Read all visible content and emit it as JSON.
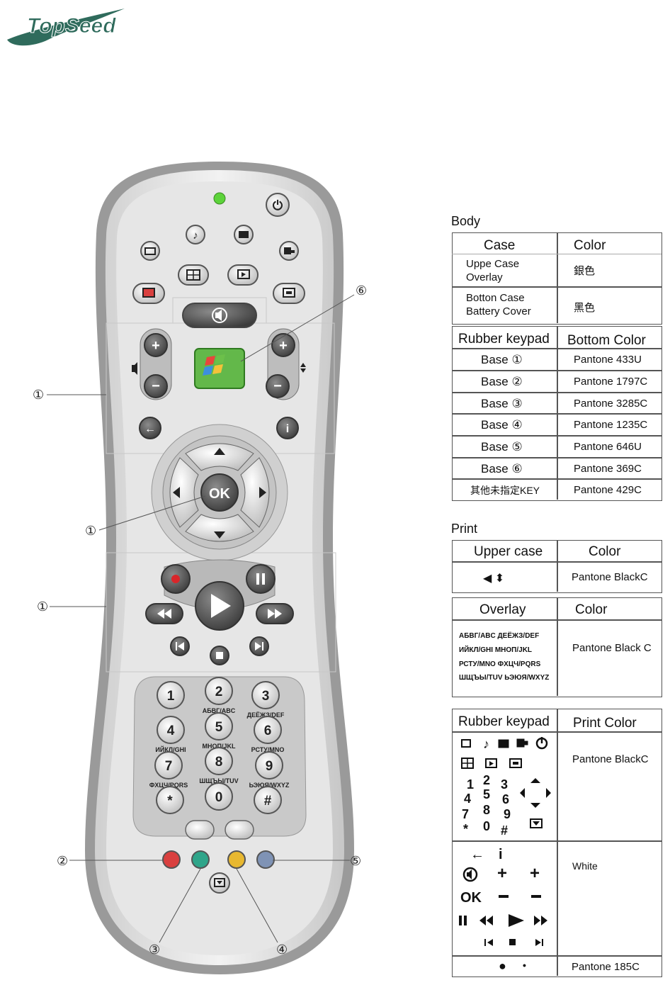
{
  "logo": {
    "text": "TopSeed",
    "color": "#2f6b5c"
  },
  "callouts": {
    "c1a": "①",
    "c1b": "①",
    "c1c": "①",
    "c2": "②",
    "c3": "③",
    "c4": "④",
    "c5": "⑤",
    "c6": "⑥"
  },
  "remote_keys": {
    "k1": "1",
    "k2": "2",
    "k3": "3",
    "k4": "4",
    "k5": "5",
    "k6": "6",
    "k7": "7",
    "k8": "8",
    "k9": "9",
    "k0": "0",
    "kstar": "*",
    "khash": "#",
    "l2": "АБВГ/ABC",
    "l3": "ДЕЁЖЗ/DEF",
    "l4": "ИЙКЛ/GHI",
    "l5": "МНОП/JKL",
    "l6": "РСТУ/MNO",
    "l7": "ФХЦЧ/PQRS",
    "l8": "ШЩЪЫ/TUV",
    "l9": "ЬЭЮЯ/WXYZ",
    "ok": "OK",
    "colors": {
      "red": "#d9403f",
      "green": "#2fa58a",
      "yellow": "#e8b830",
      "blue": "#7f93b5",
      "led": "#5cd33a"
    }
  },
  "body": {
    "title": "Body",
    "header": [
      "Case",
      "Color"
    ],
    "rows": [
      {
        "case": "Uppe Case\nOverlay",
        "color": "銀色"
      },
      {
        "case": "Botton Case\nBattery Cover",
        "color": "黑色"
      }
    ]
  },
  "rubber": {
    "header": [
      "Rubber keypad",
      "Bottom Color"
    ],
    "rows": [
      {
        "key": "Base ①",
        "color": "Pantone 433U"
      },
      {
        "key": "Base ②",
        "color": "Pantone 1797C"
      },
      {
        "key": "Base ③",
        "color": "Pantone 3285C"
      },
      {
        "key": "Base ④",
        "color": "Pantone 1235C"
      },
      {
        "key": "Base ⑤",
        "color": "Pantone 646U"
      },
      {
        "key": "Base ⑥",
        "color": "Pantone 369C"
      },
      {
        "key": "其他未指定KEY",
        "color": "Pantone 429C"
      }
    ]
  },
  "print": {
    "title": "Print",
    "upper": {
      "header": [
        "Upper case",
        "Color"
      ],
      "symbols": "◀  ⬍",
      "color": "Pantone BlackC"
    },
    "overlay": {
      "header": [
        "Overlay",
        "Color"
      ],
      "lines": [
        "АБВГ/ABC  ДЕЁЖЗ/DEF",
        "ИЙКЛ/GHI   МНОП/JKL",
        "РСТУ/MNO ФХЦЧ/PQRS",
        "ШЩЪЫ/TUV ЬЭЮЯ/WXYZ"
      ],
      "color": "Pantone Black C"
    },
    "keypad": {
      "header": [
        "Rubber keypad",
        "Print Color"
      ],
      "row1_color": "Pantone BlackC",
      "row2_color": "White",
      "row3_color": "Pantone 185C",
      "digits": [
        "1",
        "2",
        "3",
        "4",
        "5",
        "6",
        "7",
        "8",
        "9",
        "*",
        "0",
        "#"
      ],
      "row2_glyphs": [
        "←",
        "i",
        "◀",
        "+",
        "+",
        "OK",
        "−",
        "−",
        "II",
        "◀◀",
        "▶",
        "▶▶",
        "I◀",
        "■",
        "▶I"
      ],
      "row3_glyphs": [
        "●",
        "•"
      ]
    }
  }
}
